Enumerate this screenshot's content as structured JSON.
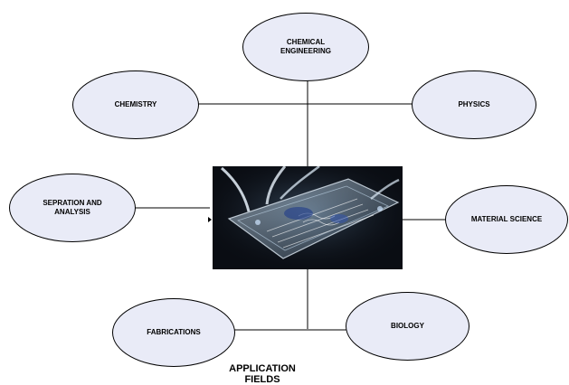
{
  "diagram": {
    "nodes": {
      "chemical_engineering": "CHEMICAL ENGINEERING",
      "chemistry": "CHEMISTRY",
      "physics": "PHYSICS",
      "separation": "SEPRATION AND ANALYSIS",
      "material_science": "MATERIAL SCIENCE",
      "fabrications": "FABRICATIONS",
      "biology": "BIOLOGY"
    },
    "caption": "APPLICATION FIELDS",
    "colors": {
      "node_fill": "#e9ebf7",
      "node_border": "#000000",
      "line": "#000000"
    }
  }
}
